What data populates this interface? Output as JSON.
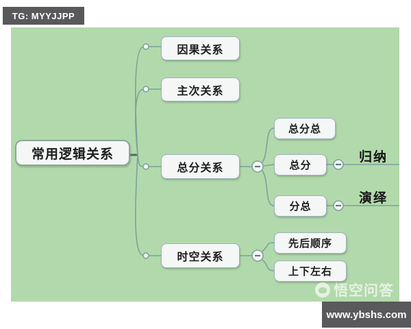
{
  "overlays": {
    "tg_badge": "TG: MYYJJPP",
    "watermark": "悟空问答",
    "watermark_logo_icon": "wukong-monkey-icon",
    "site_badge": "www.ybshs.com"
  },
  "mindmap": {
    "root": "常用逻辑关系",
    "branches": [
      {
        "label": "因果关系",
        "children": []
      },
      {
        "label": "主次关系",
        "children": []
      },
      {
        "label": "总分关系",
        "children": [
          {
            "label": "总分总",
            "children": []
          },
          {
            "label": "总分",
            "children": [
              {
                "label": "归纳"
              }
            ]
          },
          {
            "label": "分总",
            "children": [
              {
                "label": "演绎"
              }
            ]
          }
        ]
      },
      {
        "label": "时空关系",
        "children": [
          {
            "label": "先后顺序",
            "children": []
          },
          {
            "label": "上下左右",
            "children": []
          }
        ]
      }
    ],
    "collapse_icon": "minus",
    "colors": {
      "canvas_background": "#b2d9ab",
      "node_fill": "#f4f7f6",
      "node_border": "#9eb2bd",
      "wire": "#7ca19b",
      "badge_background": "#59595b",
      "text": "#1c1c1c"
    }
  }
}
